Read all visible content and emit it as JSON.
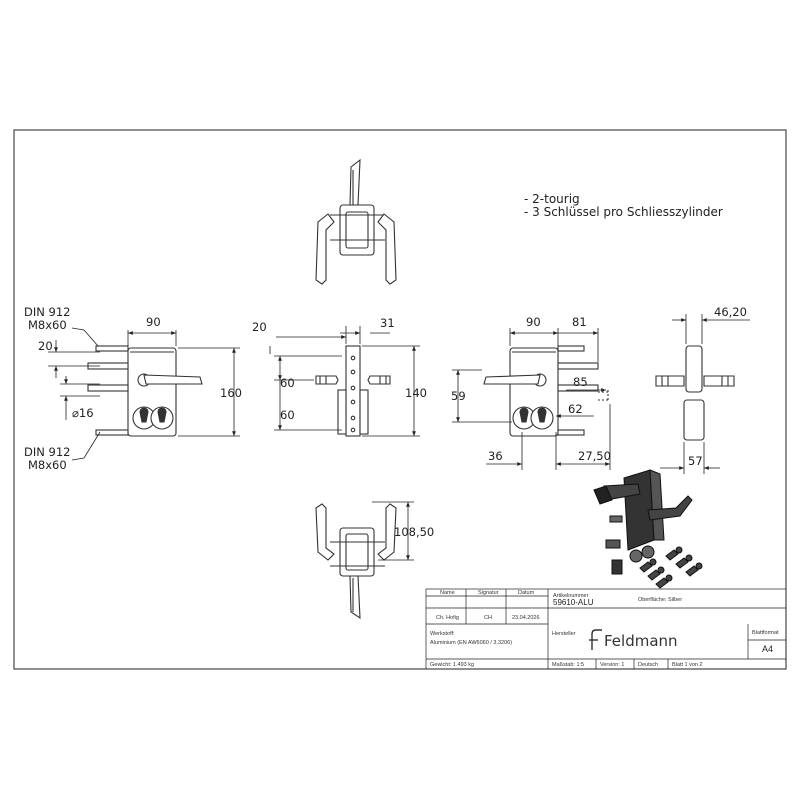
{
  "notes": [
    "- 2-tourig",
    "- 3 Schlüssel pro Schliesszylinder"
  ],
  "dimensions": {
    "din_top_line1": "DIN 912",
    "din_top_line2": "M8x60",
    "din_bottom_line1": "DIN 912",
    "din_bottom_line2": "M8x60",
    "left_width": "90",
    "left_20": "20",
    "left_dia": "⌀16",
    "left_height": "160",
    "side_20": "20",
    "side_31": "31",
    "side_60a": "60",
    "side_60b": "60",
    "side_140": "140",
    "right_90": "90",
    "right_81": "81",
    "right_59": "59",
    "right_85": "85",
    "right_62": "62",
    "right_36": "36",
    "right_27_50": "27,50",
    "far_46_20": "46,20",
    "far_57": "57",
    "bottom_108_50": "108,50"
  },
  "title_block": {
    "col_name": "Name",
    "col_signatur": "Signatur",
    "col_datum": "Datum",
    "name_value": "Ch. Hofig",
    "signatur_value": "CH",
    "datum_value": "23.04.2026",
    "artikelnummer_label": "Artikelnummer",
    "artikelnummer_value": "59610-ALU",
    "oberflaeche": "Oberfläche: Silber",
    "werkstoff_label": "Werkstoff:",
    "werkstoff_value": "Aluminium (EN AW6060 / 3.3206)",
    "hersteller_label": "Hersteller",
    "logo_text": "Feldmann",
    "blattformat_label": "Blattformat",
    "blattformat_value": "A4",
    "gewicht": "Gewicht: 1.493 kg",
    "massstab": "Maßstab: 1:5",
    "version": "Version: 1",
    "sprache": "Deutsch",
    "blatt": "Blatt 1 von 2"
  }
}
